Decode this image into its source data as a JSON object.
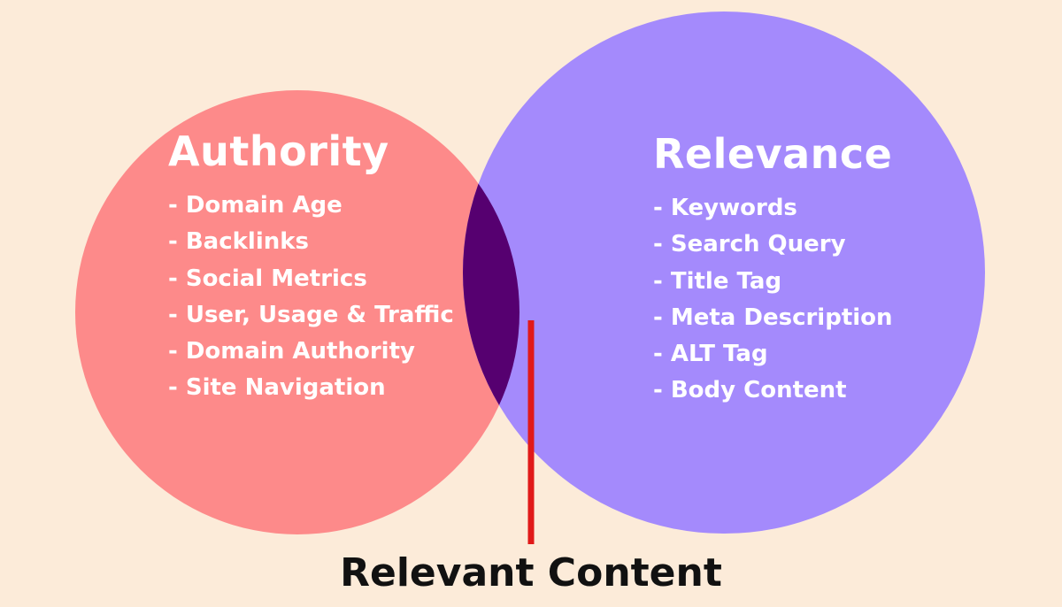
{
  "colors": {
    "background": "#fcebd9",
    "left_circle": "#fd8a8a",
    "right_circle": "#a48afc",
    "intersection": "#560070",
    "pointer_line": "#e11919",
    "list_text": "#ffffff",
    "caption_text": "#111111"
  },
  "left_set": {
    "title": "Authority",
    "items": [
      "- Domain Age",
      "- Backlinks",
      "- Social Metrics",
      "- User, Usage & Traffic",
      "- Domain Authority",
      "- Site Navigation"
    ]
  },
  "right_set": {
    "title": "Relevance",
    "items": [
      "- Keywords",
      "- Search Query",
      "- Title Tag",
      "- Meta Description",
      "- ALT Tag",
      "- Body Content"
    ]
  },
  "intersection": {
    "label": "Relevant Content"
  }
}
